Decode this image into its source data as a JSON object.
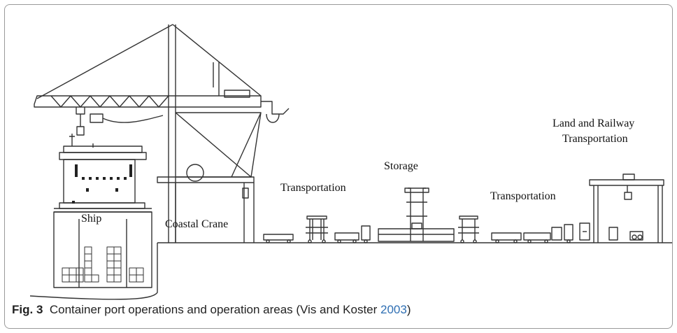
{
  "labels": {
    "ship": "Ship",
    "coastal_crane": "Coastal Crane",
    "transportation_left": "Transportation",
    "storage": "Storage",
    "transportation_right": "Transportation",
    "land_rail_line1": "Land and Railway",
    "land_rail_line2": "Transportation"
  },
  "caption": {
    "fig_label": "Fig. 3",
    "text": "Container port operations and operation areas (Vis and Koster ",
    "year": "2003",
    "close": ")"
  }
}
